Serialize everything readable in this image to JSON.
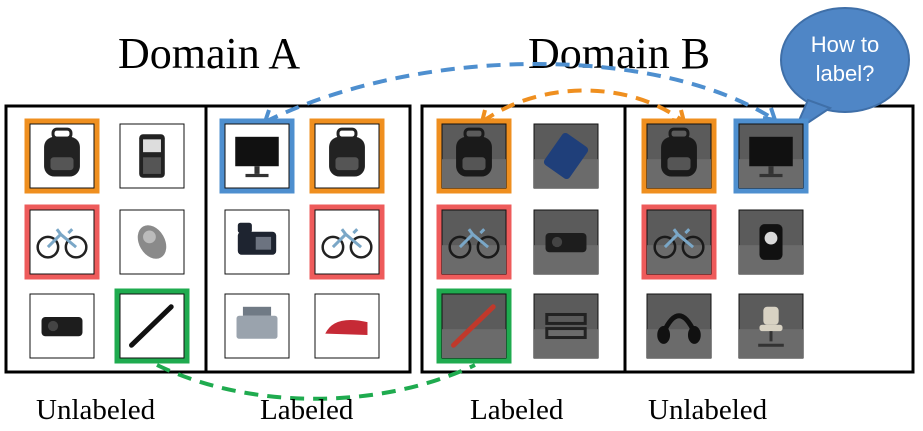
{
  "domain_a": {
    "title": "Domain A",
    "unlabeled_caption": "Unlabeled",
    "labeled_caption": "Labeled",
    "unlabeled_items": [
      "backpack",
      "cell-phone",
      "bike",
      "mouse",
      "projector",
      "pen"
    ],
    "labeled_items": [
      "monitor",
      "backpack",
      "desk-phone",
      "bike",
      "printer",
      "stapler"
    ]
  },
  "domain_b": {
    "title": "Domain B",
    "labeled_caption": "Labeled",
    "unlabeled_caption": "Unlabeled",
    "labeled_items": [
      "backpack",
      "calculator",
      "bike",
      "projector",
      "pen",
      "letter-tray"
    ],
    "unlabeled_items": [
      "backpack",
      "monitor",
      "bike",
      "tape-dispenser",
      "headphones",
      "desk-chair"
    ]
  },
  "callout": {
    "line1": "How to",
    "line2": "label?"
  },
  "colors": {
    "backpack": "#ef8f1f",
    "monitor": "#4e8fcf",
    "bike": "#ee5b5b",
    "pen": "#1fab4f",
    "bubble_fill": "#4f86c6",
    "bubble_stroke": "#3f6fa8",
    "bubble_text": "#ffffff"
  }
}
